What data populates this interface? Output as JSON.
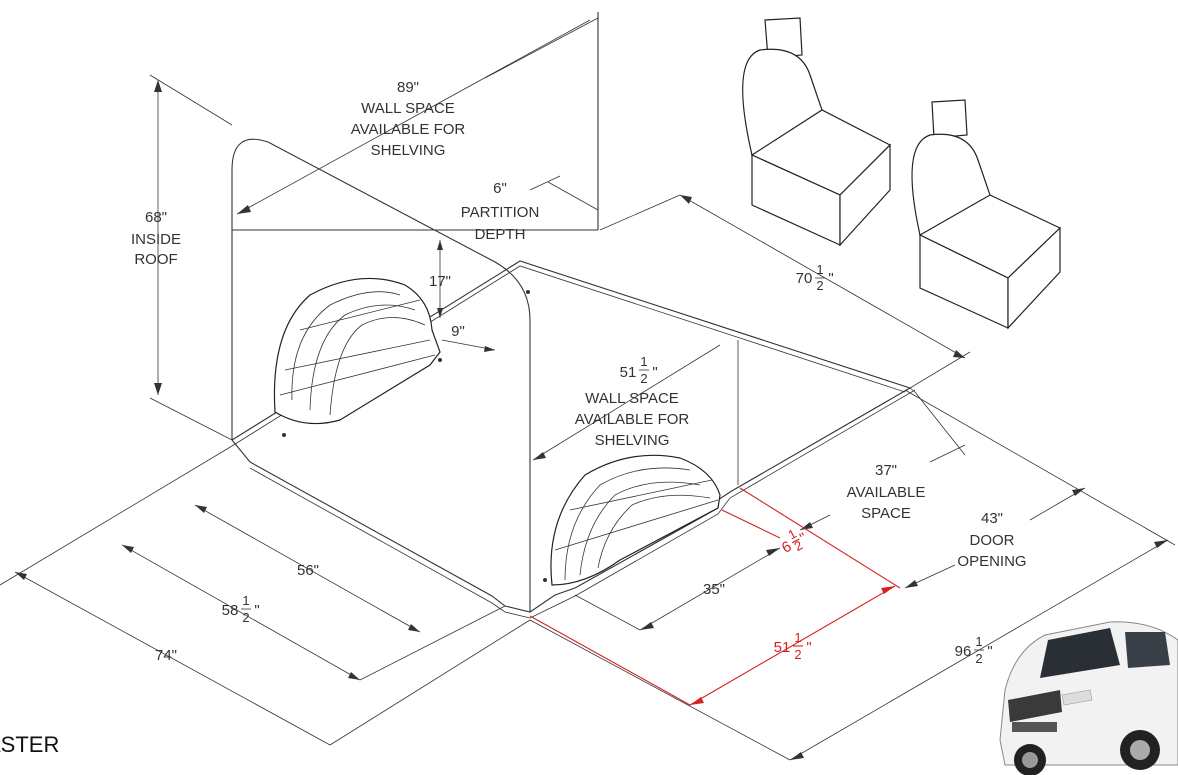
{
  "caption": "ASTER",
  "dimensions": {
    "roof": {
      "value": "68\"",
      "line1": "INSIDE",
      "line2": "ROOF"
    },
    "wall_left": {
      "value": "89\"",
      "line1": "WALL SPACE",
      "line2": "AVAILABLE FOR",
      "line3": "SHELVING"
    },
    "partition": {
      "value": "6\"",
      "line1": "PARTITION",
      "line2": "DEPTH"
    },
    "cab_width": {
      "whole": "70",
      "num": "1",
      "den": "2",
      "unit": "\""
    },
    "arch_height": {
      "value": "17\""
    },
    "arch_depth": {
      "value": "9\""
    },
    "wall_right": {
      "whole": "51",
      "num": "1",
      "den": "2",
      "unit": "\"",
      "line1": "WALL SPACE",
      "line2": "AVAILABLE FOR",
      "line3": "SHELVING"
    },
    "available": {
      "value": "37\"",
      "line1": "AVAILABLE",
      "line2": "SPACE"
    },
    "door": {
      "value": "43\"",
      "line1": "DOOR",
      "line2": "OPENING"
    },
    "small_gap": {
      "whole": "6",
      "num": "1",
      "den": "2",
      "unit": "\""
    },
    "between_arches": {
      "value": "35\""
    },
    "between_wheels": {
      "value": "56\""
    },
    "floor_width": {
      "whole": "58",
      "num": "1",
      "den": "2",
      "unit": "\""
    },
    "total_width": {
      "value": "74\""
    },
    "red_length": {
      "whole": "51",
      "num": "1",
      "den": "2",
      "unit": "\""
    },
    "total_length": {
      "whole": "96",
      "num": "1",
      "den": "2",
      "unit": "\""
    }
  },
  "colors": {
    "line": "#333333",
    "accent_red": "#d42020",
    "van_body": "#f2f2f2"
  }
}
